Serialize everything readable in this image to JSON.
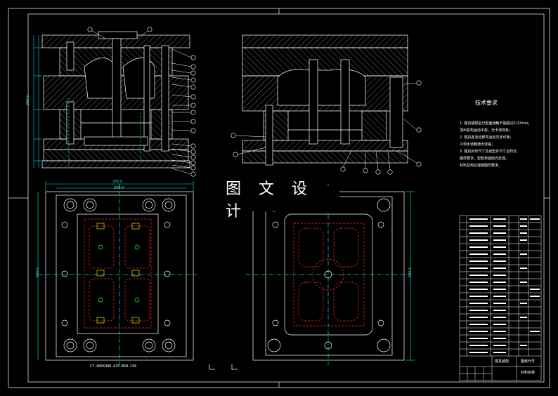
{
  "overlay_title": "图 文 设 计",
  "tech_requirements": {
    "title": "技术要求",
    "lines": [
      "1. 模具装配后分型面接触不能超过0.02mm；",
      "顶出机构运动平稳，无卡滞现象；",
      "2. 模具各活动部件运动灵活可靠；",
      "冷却水道畅通无渗漏；",
      "3. 模具外形尺寸及成型件尺寸应符合",
      "图样要求，型腔表面抛光处理，",
      "材料及热处理按图样要求。"
    ]
  },
  "dimensions": {
    "plan_top_outer": "370.0",
    "plan_top_inner": "300.0",
    "plan_side": "400.0",
    "section_side": "280.0",
    "right_plan_side": "400.0"
  },
  "caption": "CT-400X400-A70-B50-C90",
  "title_block": {
    "company": "模具装配",
    "drawing_no": "图纸代号",
    "material": "材料名称"
  },
  "colors": {
    "background": "#000000",
    "line": "#ffffff",
    "cyan": "#00e5e5",
    "red": "#ff2a2a",
    "yellow": "#e8e800",
    "green": "#3cff3c"
  }
}
